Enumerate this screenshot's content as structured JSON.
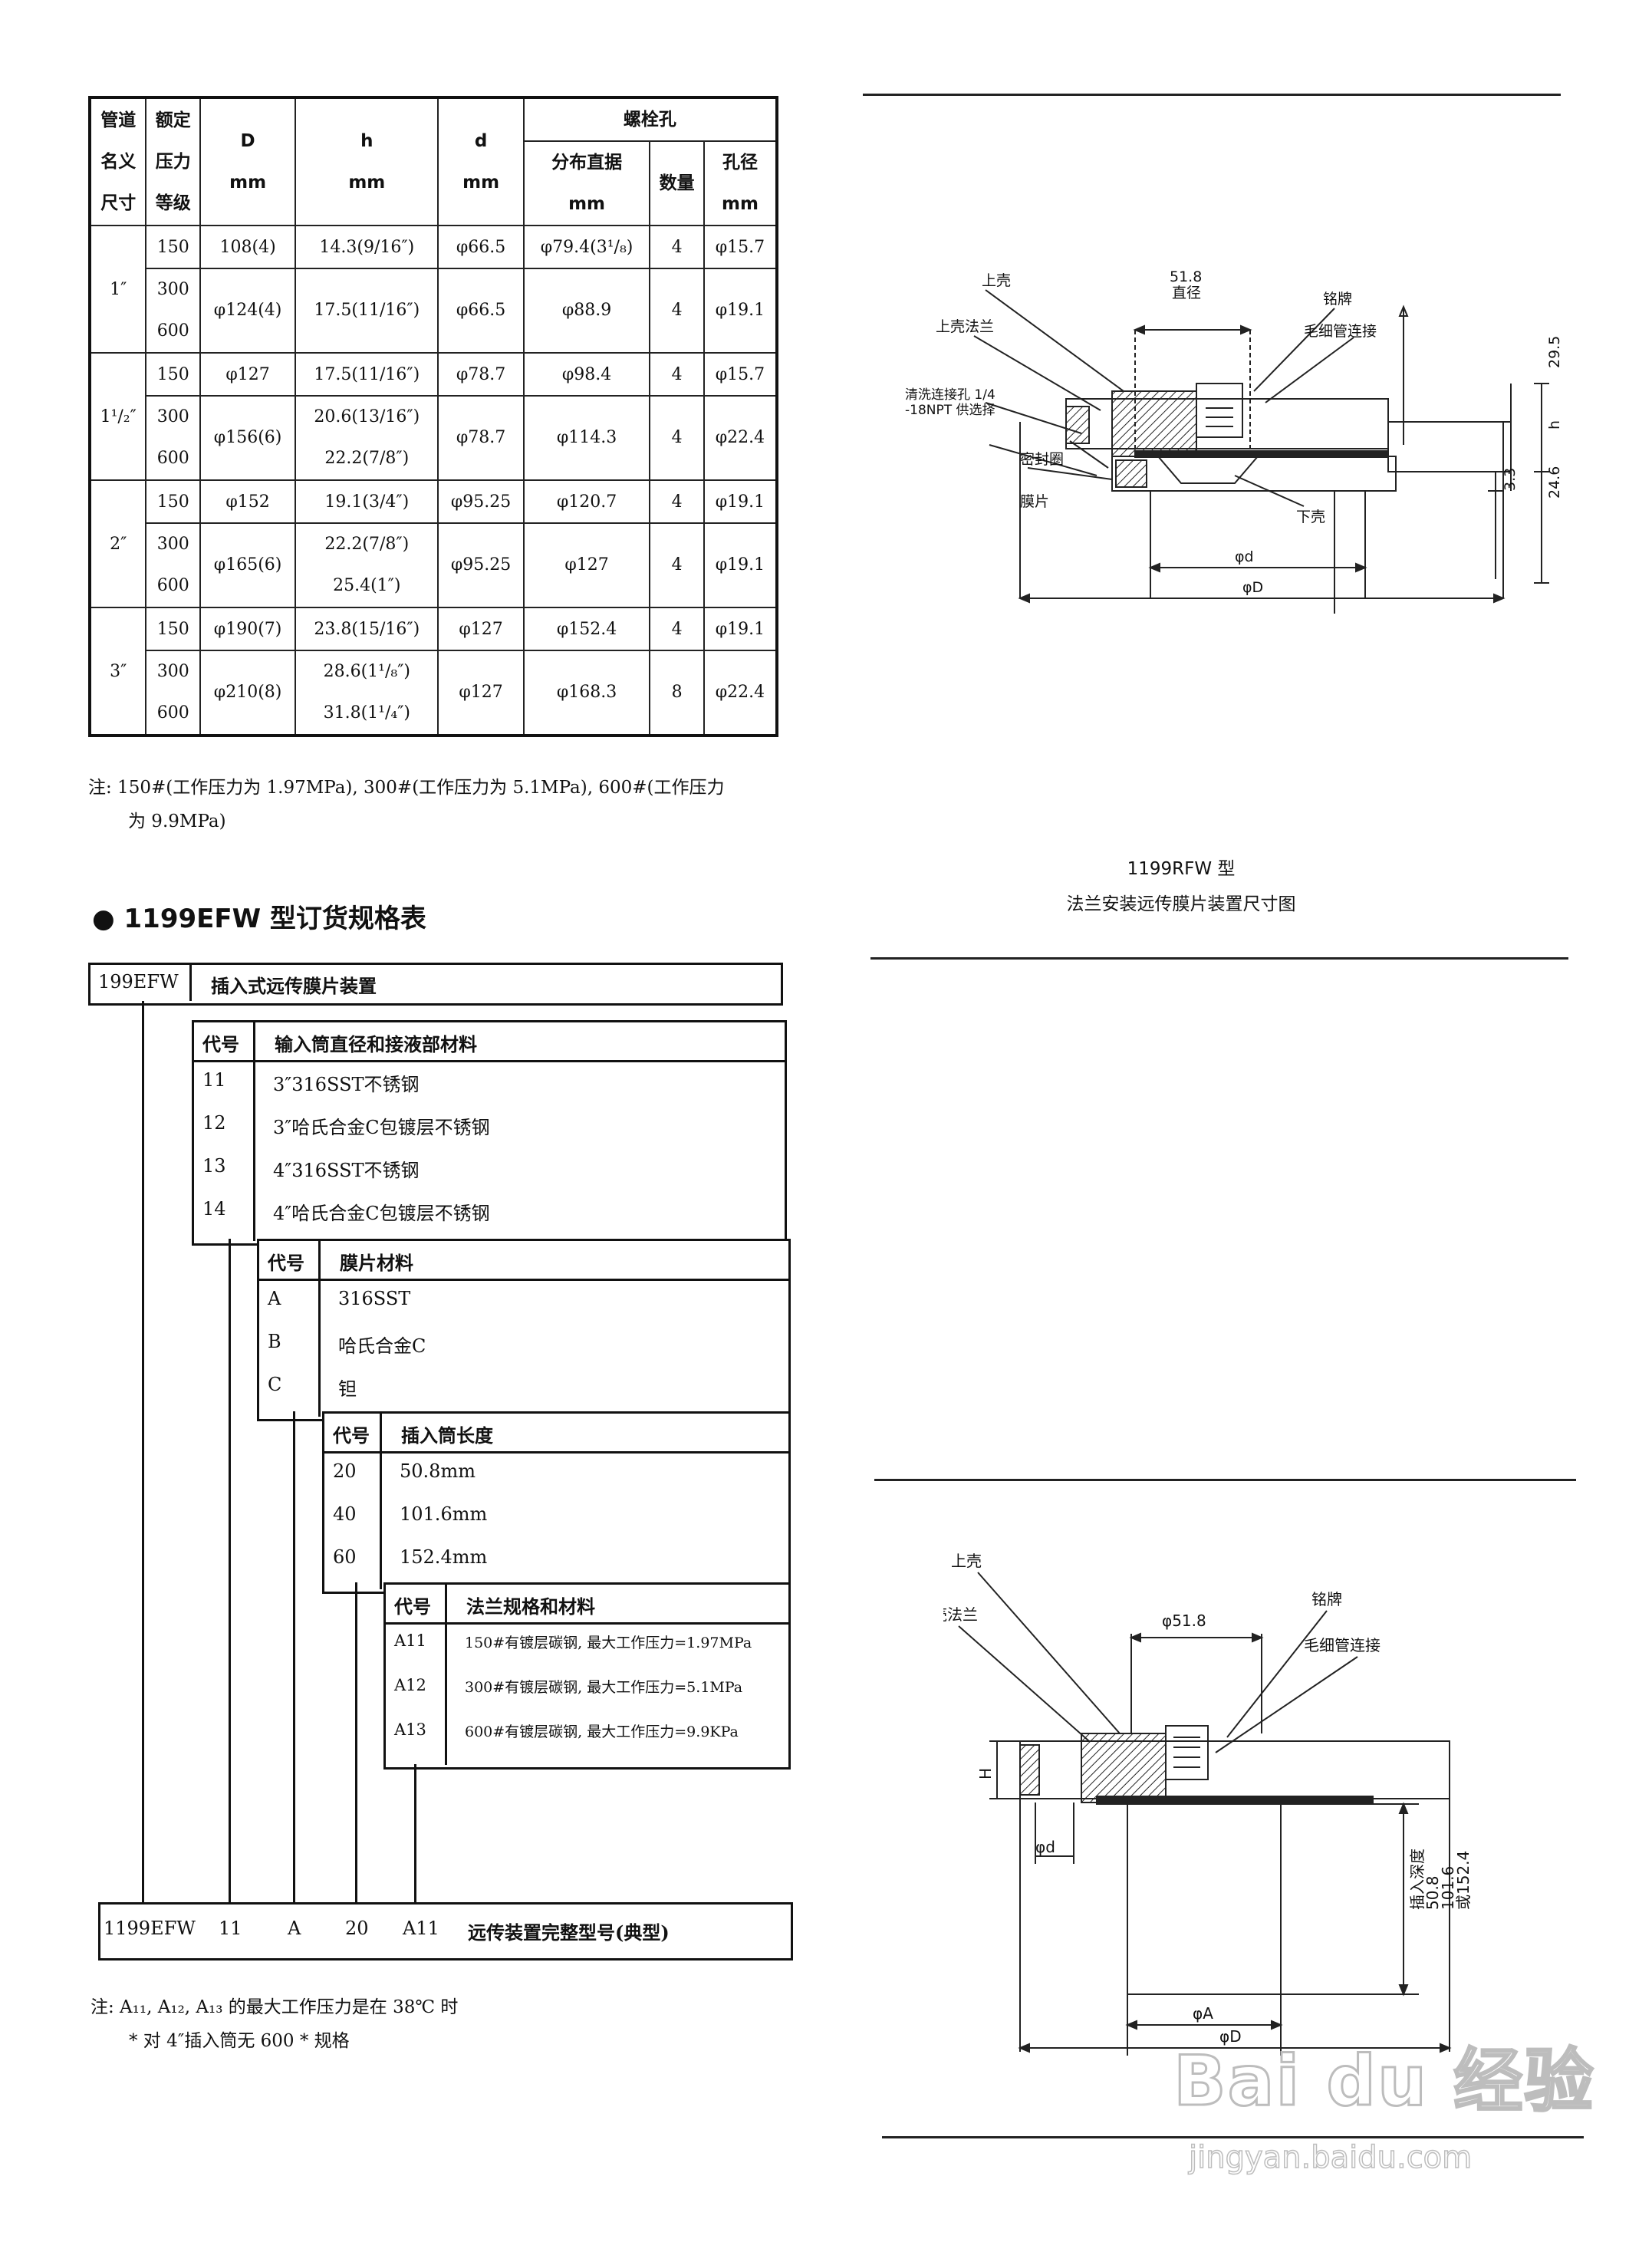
{
  "flange_table": {
    "headers": {
      "size": [
        "管道",
        "名义",
        "尺寸"
      ],
      "rating": [
        "额定",
        "压力",
        "等级"
      ],
      "D": [
        "D",
        "mm"
      ],
      "h": [
        "h",
        "mm"
      ],
      "d": [
        "d",
        "mm"
      ],
      "bolt_group": "螺栓孔",
      "bolt_circle": [
        "分布直据",
        "mm"
      ],
      "bolt_count": "数量",
      "bolt_hole": [
        "孔径",
        "mm"
      ]
    },
    "groups": [
      {
        "size": "1″",
        "rows": [
          {
            "rating": "150",
            "D": "108(4)",
            "h": "14.3(9/16″)",
            "d": "φ66.5",
            "bc": "φ79.4(3¹/₈)",
            "n": "4",
            "hole": "φ15.7"
          },
          {
            "rating": [
              "300",
              "600"
            ],
            "D": "φ124(4)",
            "h": "17.5(11/16″)",
            "d": "φ66.5",
            "bc": "φ88.9",
            "n": "4",
            "hole": "φ19.1"
          }
        ]
      },
      {
        "size": "1¹/₂″",
        "rows": [
          {
            "rating": "150",
            "D": "φ127",
            "h": "17.5(11/16″)",
            "d": "φ78.7",
            "bc": "φ98.4",
            "n": "4",
            "hole": "φ15.7"
          },
          {
            "rating": [
              "300",
              "600"
            ],
            "D": "φ156(6)",
            "h": [
              "20.6(13/16″)",
              "22.2(7/8″)"
            ],
            "d": "φ78.7",
            "bc": "φ114.3",
            "n": "4",
            "hole": "φ22.4"
          }
        ]
      },
      {
        "size": "2″",
        "rows": [
          {
            "rating": "150",
            "D": "φ152",
            "h": "19.1(3/4″)",
            "d": "φ95.25",
            "bc": "φ120.7",
            "n": "4",
            "hole": "φ19.1"
          },
          {
            "rating": [
              "300",
              "600"
            ],
            "D": "φ165(6)",
            "h": [
              "22.2(7/8″)",
              "25.4(1″)"
            ],
            "d": "φ95.25",
            "bc": "φ127",
            "n": "4",
            "hole": "φ19.1"
          }
        ]
      },
      {
        "size": "3″",
        "rows": [
          {
            "rating": "150",
            "D": "φ190(7)",
            "h": "23.8(15/16″)",
            "d": "φ127",
            "bc": "φ152.4",
            "n": "4",
            "hole": "φ19.1"
          },
          {
            "rating": [
              "300",
              "600"
            ],
            "D": "φ210(8)",
            "h": [
              "28.6(1¹/₈″)",
              "31.8(1¹/₄″)"
            ],
            "d": "φ127",
            "bc": "φ168.3",
            "n": "8",
            "hole": "φ22.4"
          }
        ]
      }
    ],
    "note_line1": "注: 150#(工作压力为 1.97MPa), 300#(工作压力为 5.1MPa), 600#(工作压力",
    "note_line2": "为 9.9MPa)"
  },
  "order_section": {
    "title": "1199EFW 型订货规格表",
    "base_code": "199EFW",
    "base_desc": "插入式远传膜片装置",
    "code_label": "代号",
    "blocks": [
      {
        "header": "输入筒直径和接液部材料",
        "items": [
          {
            "code": "11",
            "desc": "3″316SST不锈钢"
          },
          {
            "code": "12",
            "desc": "3″哈氏合金C包镀层不锈钢"
          },
          {
            "code": "13",
            "desc": "4″316SST不锈钢"
          },
          {
            "code": "14",
            "desc": "4″哈氏合金C包镀层不锈钢"
          }
        ]
      },
      {
        "header": "膜片材料",
        "items": [
          {
            "code": "A",
            "desc": "316SST"
          },
          {
            "code": "B",
            "desc": "哈氏合金C"
          },
          {
            "code": "C",
            "desc": "钽"
          }
        ]
      },
      {
        "header": "插入筒长度",
        "items": [
          {
            "code": "20",
            "desc": "50.8mm"
          },
          {
            "code": "40",
            "desc": "101.6mm"
          },
          {
            "code": "60",
            "desc": "152.4mm"
          }
        ]
      },
      {
        "header": "法兰规格和材料",
        "items": [
          {
            "code": "A11",
            "desc": "150#有镀层碳钢, 最大工作压力=1.97MPa"
          },
          {
            "code": "A12",
            "desc": "300#有镀层碳钢, 最大工作压力=5.1MPa"
          },
          {
            "code": "A13",
            "desc": "600#有镀层碳钢, 最大工作压力=9.9KPa"
          }
        ]
      }
    ],
    "example": {
      "parts": [
        "1199EFW",
        "11",
        "A",
        "20",
        "A11"
      ],
      "desc": "远传装置完整型号(典型)"
    },
    "note_line1": "注: A₁₁, A₁₂, A₁₃ 的最大工作压力是在 38℃ 时",
    "note_line2": "* 对 4″插入筒无 600 * 规格"
  },
  "drawing_rfw": {
    "caption_line1": "1199RFW 型",
    "caption_line2": "法兰安装远传膜片装置尺寸图",
    "labels": {
      "upper_housing": "上壳",
      "upper_flange": "上壳法兰",
      "nameplate": "铭牌",
      "capillary": "毛细管连接",
      "flush": "清洗连接孔 1/4",
      "flush2": "-18NPT 供选择",
      "seal": "密封圈",
      "diaphragm": "膜片",
      "lower_housing": "下壳",
      "dia518": "51.8",
      "dia_word": "直径",
      "dim295": "29.5",
      "dim_h": "h",
      "dim33": "3.3",
      "dim246": "24.6",
      "phi_d": "φd",
      "phi_D": "φD"
    }
  },
  "drawing_efw": {
    "labels": {
      "upper_housing": "上壳",
      "upper_flange": "上壳法兰",
      "dia518": "φ51.8",
      "nameplate": "铭牌",
      "capillary": "毛细管连接",
      "H": "H",
      "phi_d": "φd",
      "insert_depth": "插入深度",
      "depth_vals": [
        "50.8",
        "101.6",
        "或152.4"
      ],
      "phi_A": "φA",
      "phi_D": "φD"
    }
  },
  "watermark": {
    "text": "Bai du 经验",
    "url": "jingyan.baidu.com"
  }
}
